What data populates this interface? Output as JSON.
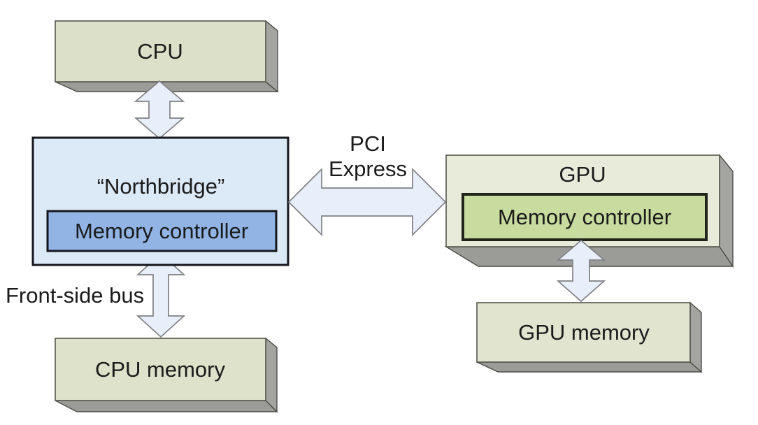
{
  "diagram": {
    "nodes": {
      "cpu": {
        "label": "CPU"
      },
      "northbridge": {
        "label": "“Northbridge”"
      },
      "northbridge_memory_controller": {
        "label": "Memory controller"
      },
      "gpu": {
        "label": "GPU"
      },
      "gpu_memory_controller": {
        "label": "Memory controller"
      },
      "cpu_memory": {
        "label": "CPU memory"
      },
      "gpu_memory": {
        "label": "GPU memory"
      }
    },
    "edges": {
      "pci_express": {
        "line1": "PCI",
        "line2": "Express"
      },
      "front_side_bus": {
        "label": "Front-side bus"
      }
    },
    "icons": {
      "vertical_double_arrow": "double-headed vertical arrow",
      "horizontal_double_arrow": "double-headed horizontal arrow"
    }
  },
  "colors": {
    "background": "#ffffff",
    "cpu_box": "#dde0c9",
    "cpu_memory_box": "#dfe2cb",
    "gpu_box": "#e8ebd9",
    "gpu_memory_box": "#e1e4cf",
    "shadow_right": "#a4a5a1",
    "shadow_bottom": "#9b9c98",
    "northbridge_box": "#dce9f7",
    "memory_controller_blue": "#91b4e5",
    "memory_controller_green": "#c9dc9f",
    "arrow_fill": "#e9effa",
    "arrow_stroke": "#7f8084",
    "text": "#1b1b1b"
  }
}
